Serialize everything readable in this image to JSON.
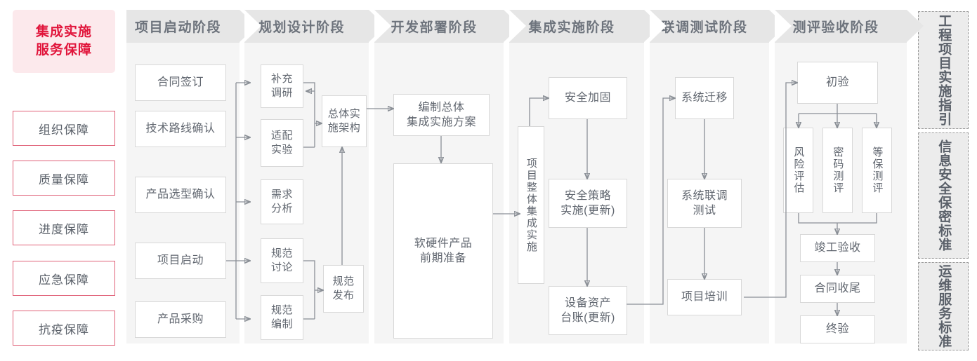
{
  "left_rail": {
    "title": "集成实施\n服务保障",
    "title_line1": "集成实施",
    "title_line2": "服务保障",
    "accent_color": "#e1163c",
    "title_bg": "#fce9ec",
    "border_color": "#e06178",
    "items": [
      {
        "label": "组织保障"
      },
      {
        "label": "质量保障"
      },
      {
        "label": "进度保障"
      },
      {
        "label": "应急保障"
      },
      {
        "label": "抗疫保障"
      }
    ]
  },
  "phases": [
    {
      "id": "startup",
      "header": "项目启动阶段",
      "nodes": [
        {
          "id": "contract-sign",
          "label": "合同签订"
        },
        {
          "id": "tech-route",
          "label": "技术路线确认"
        },
        {
          "id": "product-select",
          "label": "产品选型确认"
        },
        {
          "id": "project-kickoff",
          "label": "项目启动"
        },
        {
          "id": "product-purchase",
          "label": "产品采购"
        }
      ]
    },
    {
      "id": "planning",
      "header": "规划设计阶段",
      "nodes": [
        {
          "id": "supplement-research",
          "label": "补充\n调研",
          "l1": "补充",
          "l2": "调研"
        },
        {
          "id": "adaptation-test",
          "label": "适配\n实验",
          "l1": "适配",
          "l2": "实验"
        },
        {
          "id": "requirement-analysis",
          "label": "需求\n分析",
          "l1": "需求",
          "l2": "分析"
        },
        {
          "id": "spec-discussion",
          "label": "规范\n讨论",
          "l1": "规范",
          "l2": "讨论"
        },
        {
          "id": "spec-drafting",
          "label": "规范\n编制",
          "l1": "规范",
          "l2": "编制"
        },
        {
          "id": "overall-architecture",
          "label": "总体实\n施架构",
          "l1": "总体实",
          "l2": "施架构"
        },
        {
          "id": "spec-release",
          "label": "规范\n发布",
          "l1": "规范",
          "l2": "发布"
        }
      ]
    },
    {
      "id": "development",
      "header": "开发部署阶段",
      "nodes": [
        {
          "id": "compile-plan",
          "label": "编制总体\n集成实施方案",
          "l1": "编制总体",
          "l2": "集成实施方案"
        },
        {
          "id": "hw-sw-prep",
          "label": "软硬件产品\n前期准备",
          "l1": "软硬件产品",
          "l2": "前期准备"
        }
      ]
    },
    {
      "id": "integration",
      "header": "集成实施阶段",
      "nodes": [
        {
          "id": "overall-integration",
          "label": "项目整体集成实施"
        },
        {
          "id": "security-hardening",
          "label": "安全加固"
        },
        {
          "id": "security-policy",
          "label": "安全策略\n实施(更新)",
          "l1": "安全策略",
          "l2": "实施(更新)"
        },
        {
          "id": "asset-ledger",
          "label": "设备资产\n台账(更新)",
          "l1": "设备资产",
          "l2": "台账(更新)"
        }
      ]
    },
    {
      "id": "joint-test",
      "header": "联调测试阶段",
      "nodes": [
        {
          "id": "system-migration",
          "label": "系统迁移"
        },
        {
          "id": "system-joint-test",
          "label": "系统联调\n测试",
          "l1": "系统联调",
          "l2": "测试"
        },
        {
          "id": "project-training",
          "label": "项目培训"
        }
      ]
    },
    {
      "id": "acceptance",
      "header": "测评验收阶段",
      "nodes": [
        {
          "id": "initial-acceptance",
          "label": "初验"
        },
        {
          "id": "risk-assessment",
          "label": "风险评估"
        },
        {
          "id": "crypto-evaluation",
          "label": "密码测评"
        },
        {
          "id": "mlps-evaluation",
          "label": "等保测评"
        },
        {
          "id": "completion-acceptance",
          "label": "竣工验收"
        },
        {
          "id": "contract-closure",
          "label": "合同收尾"
        },
        {
          "id": "final-acceptance",
          "label": "终验"
        }
      ]
    }
  ],
  "right_rail": {
    "items": [
      {
        "id": "engineering-guide",
        "label": "工程项目实施指引"
      },
      {
        "id": "infosec-standard",
        "label": "信息安全保密标准"
      },
      {
        "id": "ops-standard",
        "label": "运维服务标准"
      }
    ]
  },
  "colors": {
    "column_bg": "#f5f5f5",
    "header_bg": "#e6e6e6",
    "node_border": "#d8d8d8",
    "text": "#60666f",
    "connector": "#8a8f96"
  }
}
